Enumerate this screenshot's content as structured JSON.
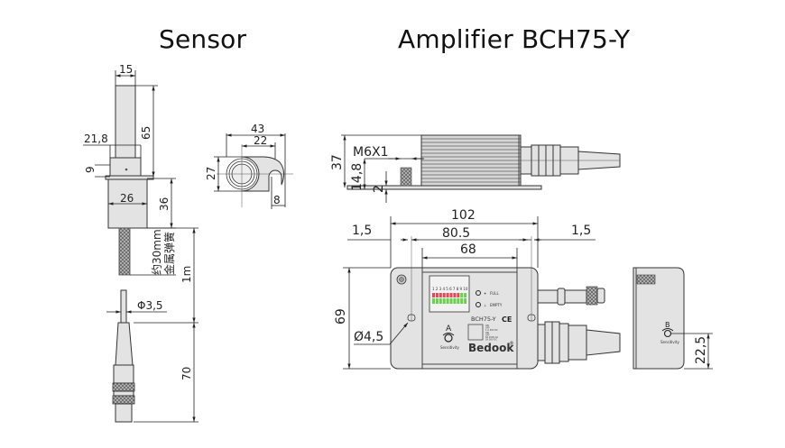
{
  "titles": {
    "sensor": "Sensor",
    "amplifier": "Amplifier  BCH75-Y"
  },
  "sensor_side": {
    "dims": {
      "top_width": "15",
      "shaft_length": "65",
      "flange_width": "21,8",
      "flange_height": "9",
      "body_width": "26",
      "body_length": "36",
      "cable_length": "1m",
      "cable_diameter": "Φ3,5",
      "connector_length": "70"
    },
    "spring_note_line1": "约30mm",
    "spring_note_line2": "金属弹簧"
  },
  "sensor_top": {
    "dims": {
      "overall_width": "43",
      "center_offset": "22",
      "height": "27",
      "slot_width": "8"
    }
  },
  "amplifier_side": {
    "dims": {
      "height": "37",
      "thread": "M6X1",
      "thread_height": "14,8",
      "base_thickness": "2"
    }
  },
  "amplifier_front": {
    "dims": {
      "overall_length": "102",
      "hole_pitch": "80.5",
      "inner_length": "68",
      "margin_left": "1,5",
      "margin_right": "1,5",
      "height": "69",
      "hole_diameter": "Ø4,5"
    },
    "panel": {
      "model": "BCH75-Y",
      "ce_mark": "CE",
      "brand": "Bedook",
      "registered": "®",
      "knob_label": "A",
      "knob_caption": "Sensitivity",
      "indicator_full": "FULL",
      "indicator_empty": "EMPTY",
      "dip_switch_numbers": "1 2 3 4 5 6 7 8 9 10",
      "relay_lines": [
        "ON",
        "OFF",
        "1 A 30V DC",
        "ON",
        "OFF",
        "5A 250V AC",
        "5A 30V DC"
      ],
      "colors": {
        "dip_red": "#e04a5a",
        "dip_green": "#6bd04a"
      }
    }
  },
  "amplifier_end": {
    "knob_label": "B",
    "knob_caption": "Sensitivity",
    "dims": {
      "knob_height": "22,5"
    }
  }
}
